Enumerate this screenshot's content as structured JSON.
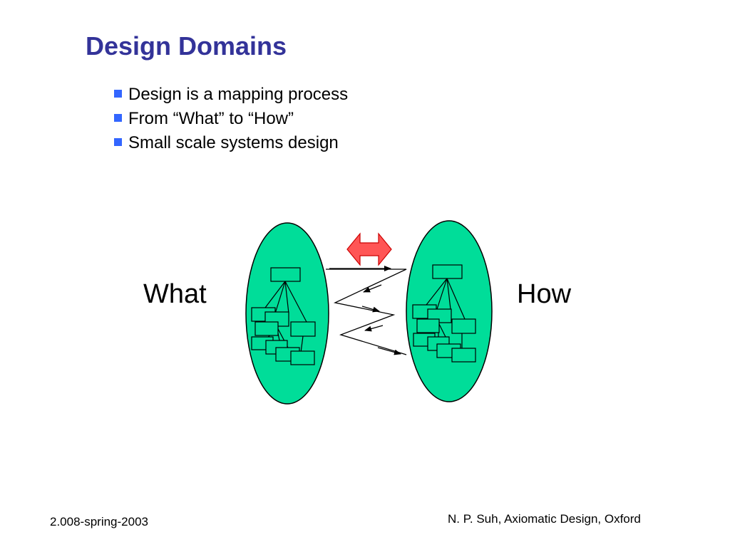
{
  "slide": {
    "title": "Design Domains",
    "bullets": [
      "Design is a mapping process",
      "From “What” to “How”",
      "Small scale systems design"
    ]
  },
  "diagram": {
    "left_label": "What",
    "right_label": "How",
    "colors": {
      "domain_fill": "#00dd99",
      "box_fill": "#00dd99",
      "double_arrow_fill": "#ff5555"
    }
  },
  "footer": {
    "left": "2.008-spring-2003",
    "right": "N. P. Suh, Axiomatic Design, Oxford"
  }
}
